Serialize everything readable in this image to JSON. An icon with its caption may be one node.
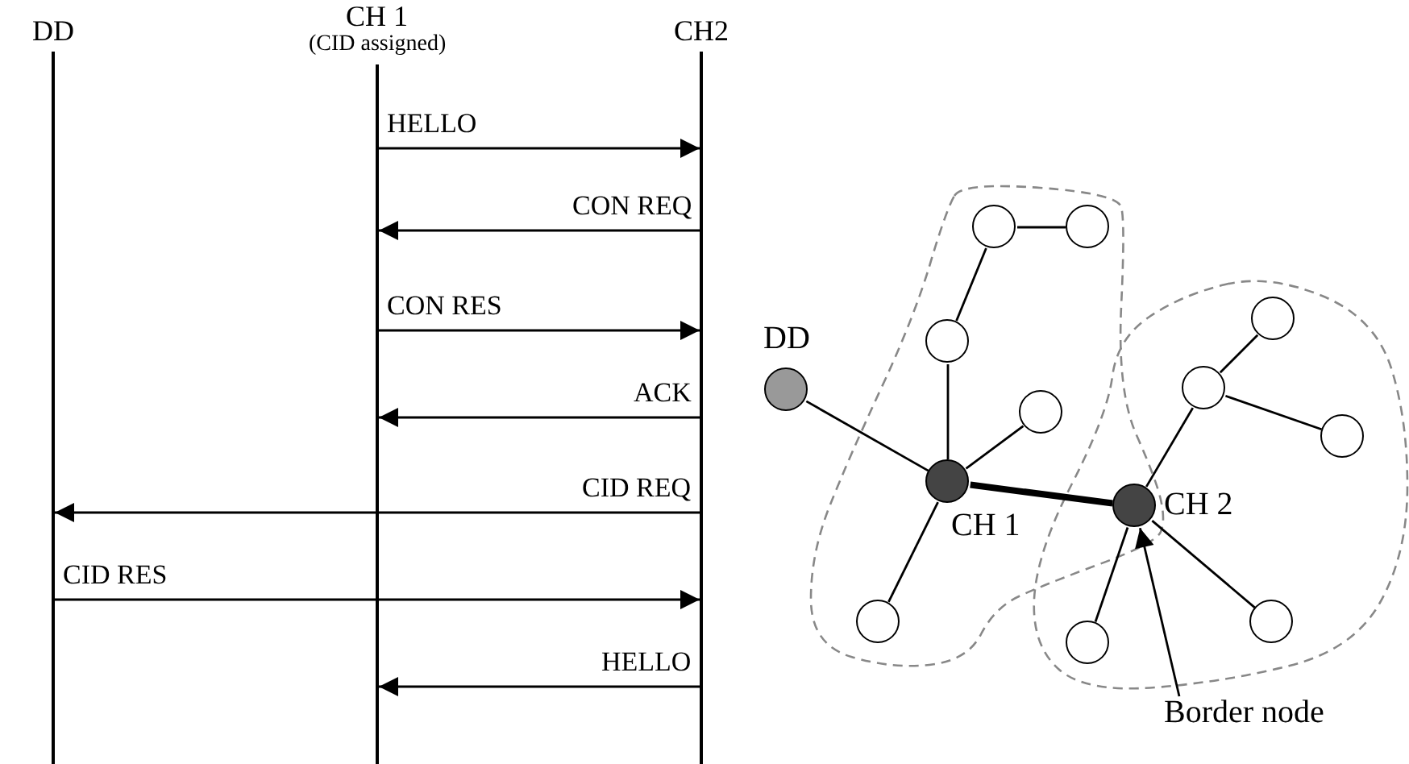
{
  "diagram": {
    "nodes": [
      {
        "text": [],
        "shape": "bar",
        "beside": [
          "DD"
        ]
      },
      {
        "text": [],
        "shape": "bar",
        "beside": [
          "CH 1",
          "(CID assigned)"
        ]
      },
      {
        "text": [],
        "shape": "bar",
        "beside": [
          "CH2"
        ]
      },
      {
        "text": [],
        "shape": "circle"
      },
      {
        "text": [],
        "shape": "circle"
      },
      {
        "text": [],
        "shape": "circle"
      },
      {
        "text": [],
        "shape": "circle"
      },
      {
        "text": [],
        "shape": "circle"
      },
      {
        "text": [
          "DD"
        ]
      },
      {
        "text": [],
        "shape": "circle"
      },
      {
        "text": [],
        "shape": "circle"
      },
      {
        "text": [
          "CH 1"
        ]
      },
      {
        "text": [
          "CH 2"
        ]
      },
      {
        "text": [],
        "shape": "circle"
      },
      {
        "text": [],
        "shape": "circle"
      },
      {
        "text": [],
        "shape": "circle"
      },
      {
        "text": [
          "Border node"
        ]
      }
    ],
    "edges": [
      {
        "from": 1,
        "to": 2,
        "arrow": "to",
        "label": "HELLO"
      },
      {
        "from": 2,
        "to": 1,
        "arrow": "to",
        "label": "CON REQ"
      },
      {
        "from": 1,
        "to": 2,
        "arrow": "to",
        "label": "CON RES"
      },
      {
        "from": 2,
        "to": 1,
        "arrow": "to",
        "label": "ACK"
      },
      {
        "from": 2,
        "to": 0,
        "arrow": "to",
        "label": "CID REQ"
      },
      {
        "from": 0,
        "to": 2,
        "arrow": "to",
        "label": "CID RES"
      },
      {
        "from": 2,
        "to": 1,
        "arrow": "to",
        "label": "HELLO"
      },
      {
        "from": 3,
        "to": 4,
        "arrow": "none"
      },
      {
        "from": 3,
        "to": 6,
        "arrow": "none"
      },
      {
        "from": 6,
        "to": 11,
        "arrow": "none"
      },
      {
        "from": 8,
        "to": 11,
        "arrow": "none"
      },
      {
        "from": 11,
        "to": 9,
        "arrow": "none"
      },
      {
        "from": 11,
        "to": 13,
        "arrow": "none"
      },
      {
        "from": 11,
        "to": 12,
        "arrow": "none",
        "style": "thick"
      },
      {
        "from": 12,
        "to": 7,
        "arrow": "none"
      },
      {
        "from": 7,
        "to": 5,
        "arrow": "none"
      },
      {
        "from": 7,
        "to": 10,
        "arrow": "none"
      },
      {
        "from": 12,
        "to": 15,
        "arrow": "none"
      },
      {
        "from": 12,
        "to": 14,
        "arrow": "none"
      },
      {
        "from": 16,
        "to": 12,
        "arrow": "to"
      }
    ]
  }
}
